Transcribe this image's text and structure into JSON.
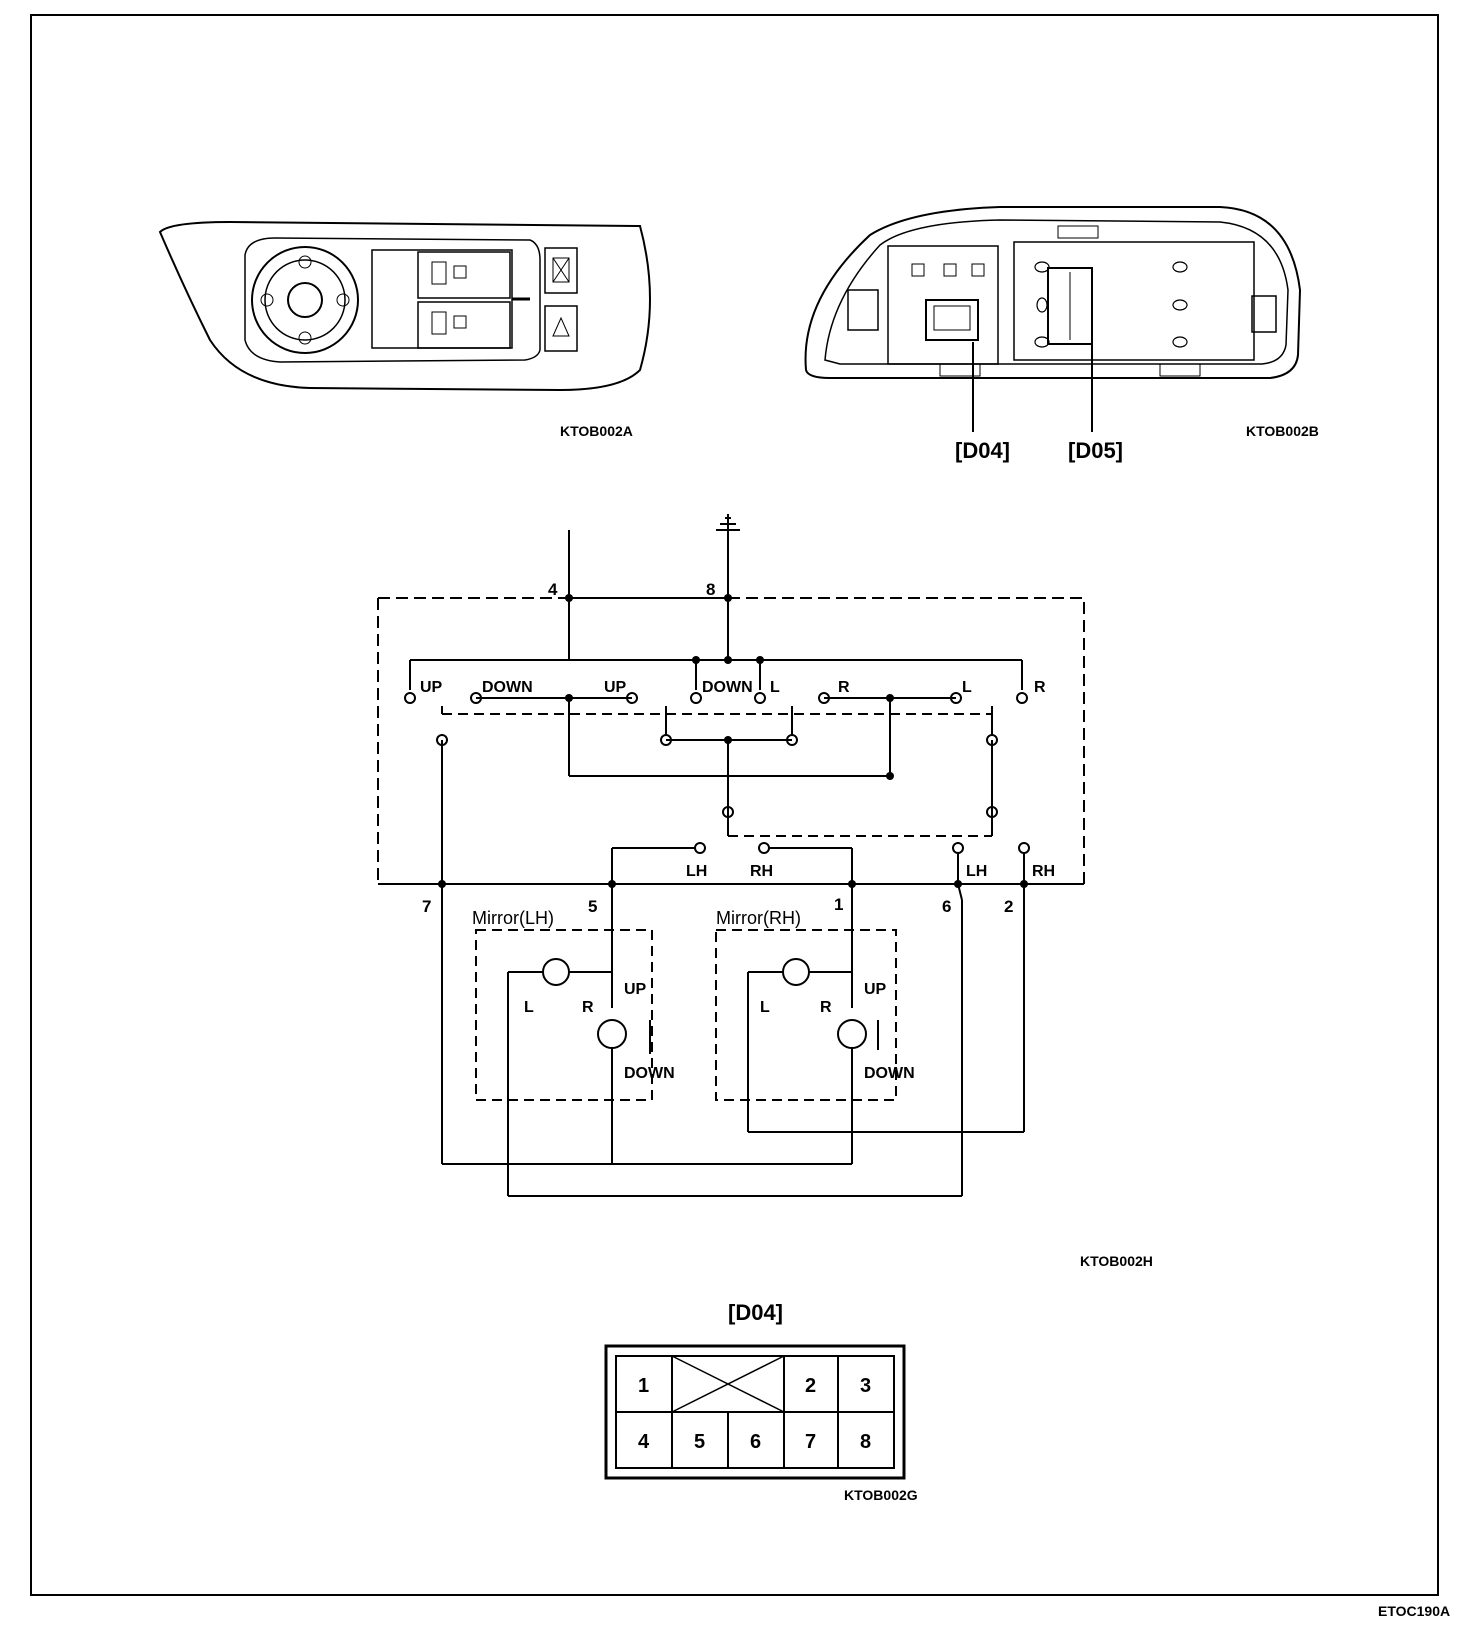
{
  "images": {
    "switch_top": {
      "code": "KTOB002A"
    },
    "switch_bottom": {
      "code": "KTOB002B",
      "connectors": [
        "[D04]",
        "[D05]"
      ]
    }
  },
  "schematic": {
    "code": "KTOB002H",
    "pins": {
      "p4": "4",
      "p8": "8",
      "p7": "7",
      "p5": "5",
      "p1": "1",
      "p6": "6",
      "p2": "2"
    },
    "switch_labels": [
      "UP",
      "DOWN",
      "UP",
      "DOWN",
      "L",
      "R",
      "L",
      "R"
    ],
    "selector_labels": [
      "LH",
      "RH",
      "LH",
      "RH"
    ],
    "mirrors": [
      {
        "title": "Mirror(LH)",
        "dir_lr": [
          "L",
          "R"
        ],
        "dir_ud": [
          "UP",
          "DOWN"
        ]
      },
      {
        "title": "Mirror(RH)",
        "dir_lr": [
          "L",
          "R"
        ],
        "dir_ud": [
          "UP",
          "DOWN"
        ]
      }
    ]
  },
  "connector": {
    "title": "[D04]",
    "code": "KTOB002G",
    "row1": [
      "1",
      "2",
      "3"
    ],
    "row2": [
      "4",
      "5",
      "6",
      "7",
      "8"
    ]
  },
  "footer_code": "ETOC190A"
}
